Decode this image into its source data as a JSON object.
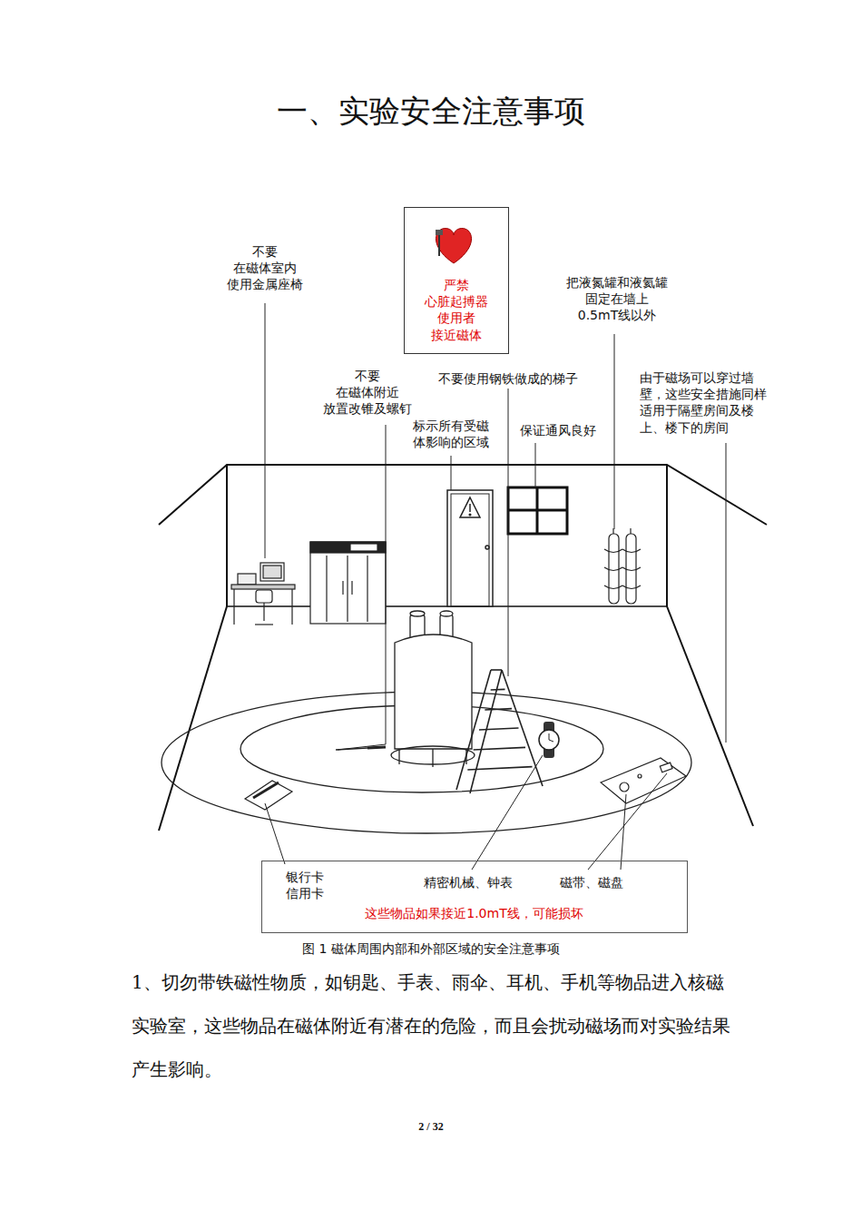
{
  "diagram": {
    "title": "一、实验安全注意事项",
    "caption": "图 1 磁体周围内部和外部区域的安全注意事项",
    "nodes": [
      {
        "text": [
          "严禁 心脏起搏器 使用者 接近磁体"
        ]
      },
      {
        "text": [
          "银行卡 信用卡",
          "精密机械、钟表",
          "磁带、磁盘",
          "这些物品如果接近1.0mT线，可能损坏"
        ]
      }
    ],
    "labels": [
      "不要 在磁体室内 使用金属座椅",
      "不要 在磁体附近 放置改锥及螺钉",
      "不要使用钢铁做成的梯子",
      "标示所有受磁体影响的区域",
      "保证通风良好",
      "把液氮罐和液氦罐 固定在墙上 0.5mT线以外",
      "由于磁场可以穿过墙壁，这些安全措施同样适用于隔壁房间及楼上、楼下的房间",
      "1、切勿带铁磁性物质，如钥匙、手表、雨伞、耳机、手机等物品进入核磁实验室，这些物品在磁体附近有潜在的危险，而且会扰动磁场而对实验结果产生影响。",
      "2 / 32"
    ]
  }
}
